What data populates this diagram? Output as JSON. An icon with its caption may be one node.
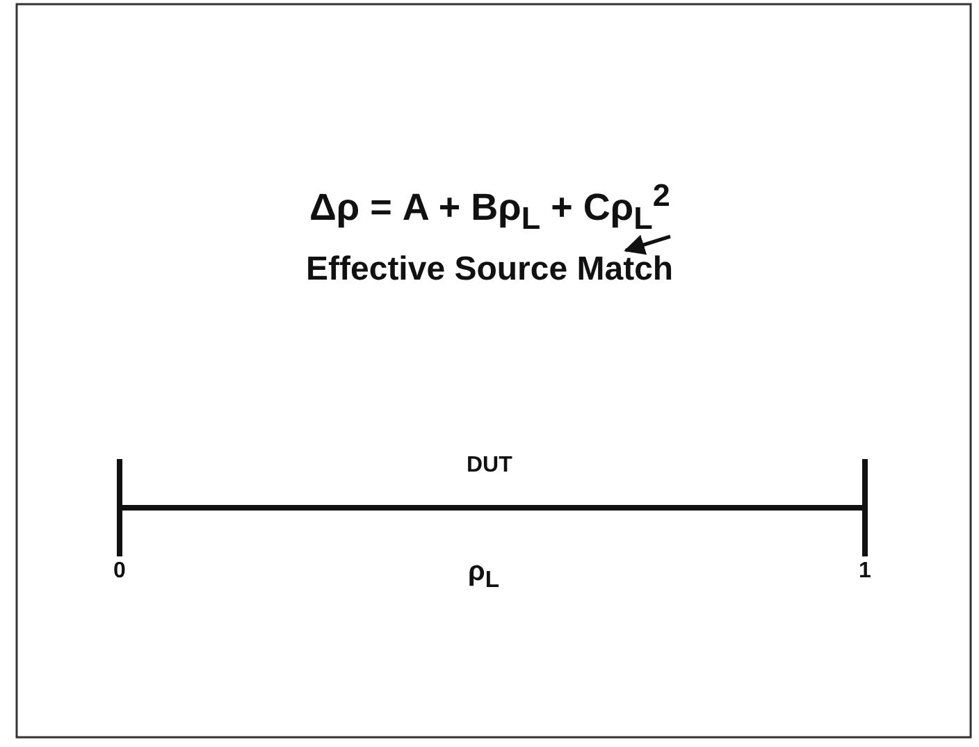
{
  "diagram": {
    "nodes": [
      {
        "text": [
          "Δρ = A + Bρ$_{L}$ + Cρ$_{L}$$^{2}$"
        ]
      },
      {
        "text": [
          "Effective Source Match"
        ]
      }
    ],
    "edges": [
      {
        "from": 0,
        "to": 1,
        "arrow": "to"
      }
    ],
    "labels": [
      "DUT",
      "0",
      "ρ$_{L}$",
      "1"
    ]
  }
}
